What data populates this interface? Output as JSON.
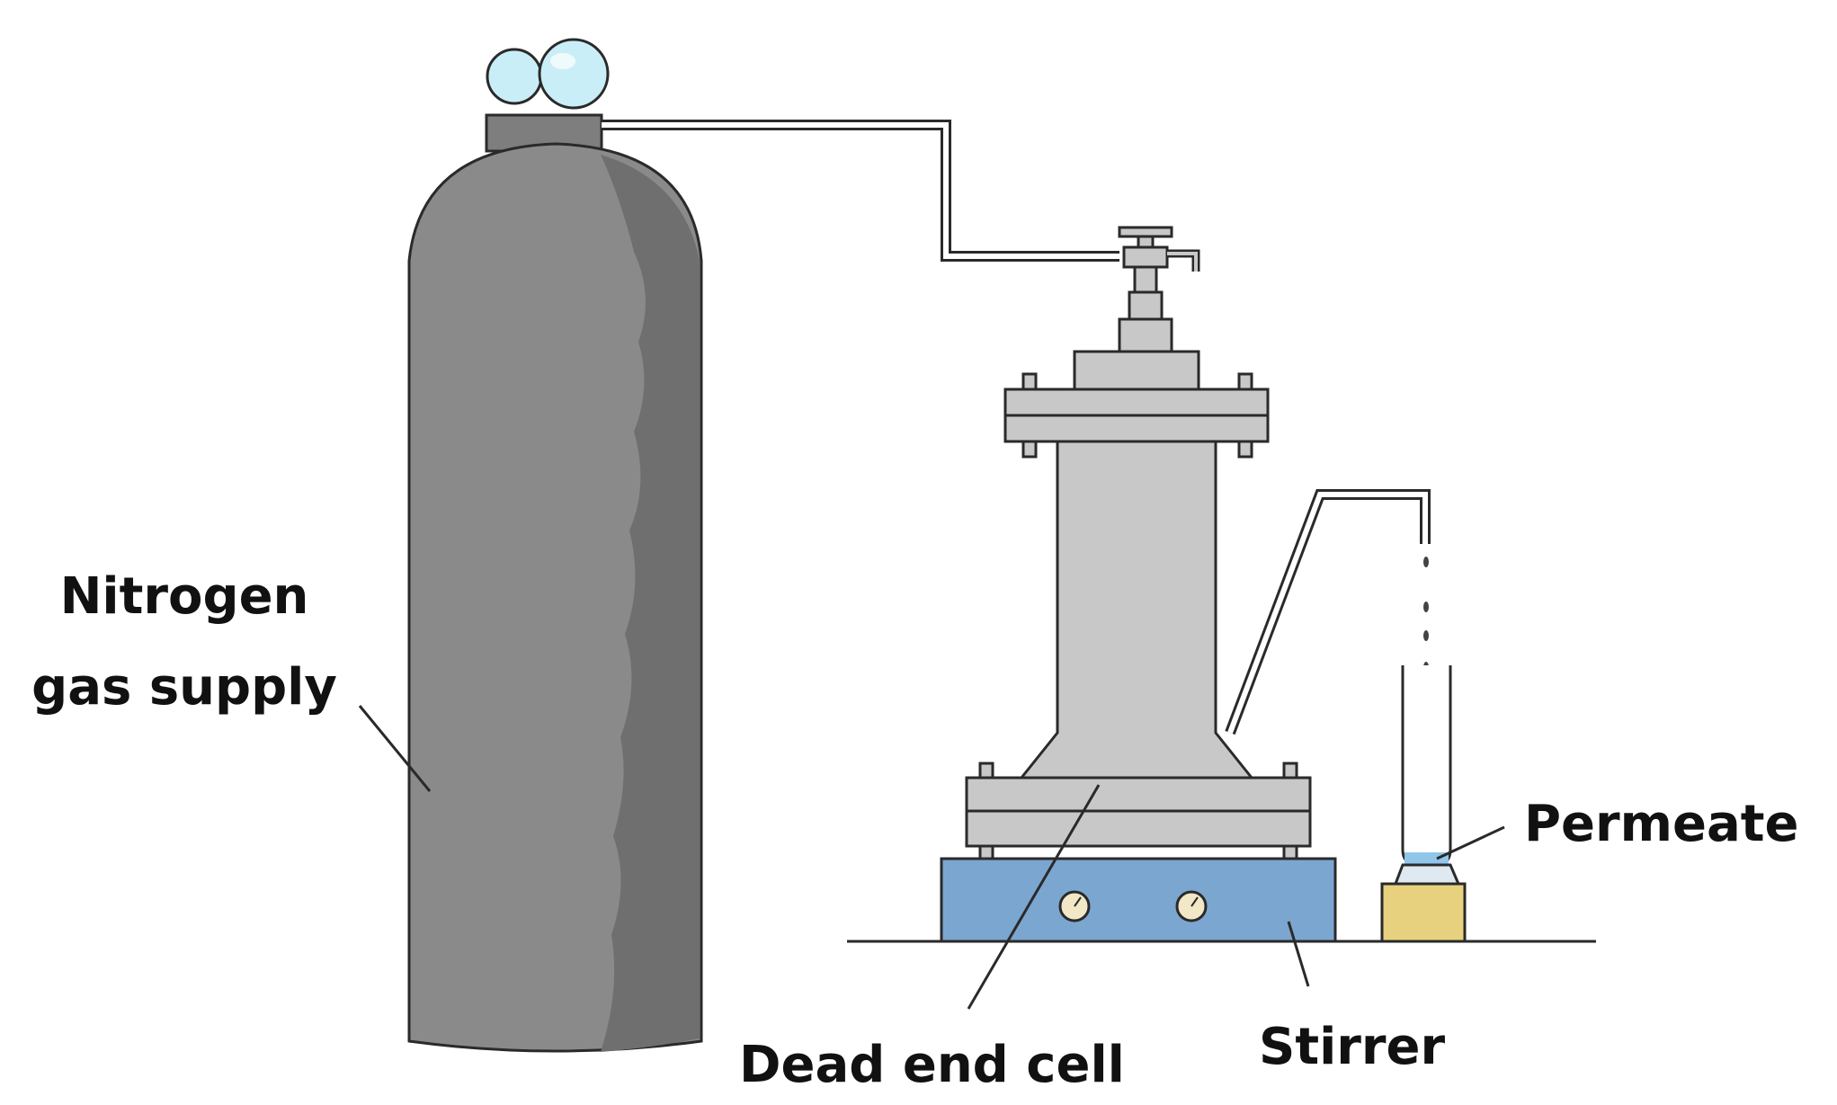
{
  "labels": {
    "nitrogen_line1": "Nitrogen",
    "nitrogen_line2": "gas supply",
    "permeate": "Permeate",
    "dead_end_cell": "Dead end cell",
    "stirrer": "Stirrer"
  },
  "colors": {
    "cylinder_body": "#8a8a8a",
    "cylinder_shade": "#6f6f6f",
    "cylinder_cap": "#7e7e7e",
    "gauge": "#c9eef7",
    "cell_body": "#c8c8c8",
    "stirrer_base": "#7ba6d0",
    "permeate_liquid": "#8fc6ea",
    "beaker_stand": "#e8d17e",
    "outline": "#2a2a2a"
  },
  "icons": {
    "pressure_gauges": "gauge-icon",
    "stirrer_dials": "dial-icon"
  }
}
